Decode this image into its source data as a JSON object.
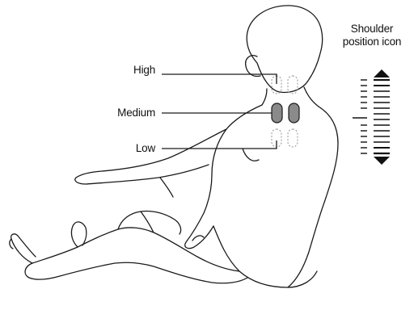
{
  "labels": {
    "high": "High",
    "medium": "Medium",
    "low": "Low"
  },
  "shoulder_icon": {
    "title_line1": "Shoulder",
    "title_line2": "position icon",
    "current_level": "middle"
  },
  "colors": {
    "outline": "#1a1a1a",
    "pad_active_fill": "#8a8a8a",
    "pad_inactive_stroke": "#9a9a9a",
    "arrow_fill": "#111111"
  }
}
